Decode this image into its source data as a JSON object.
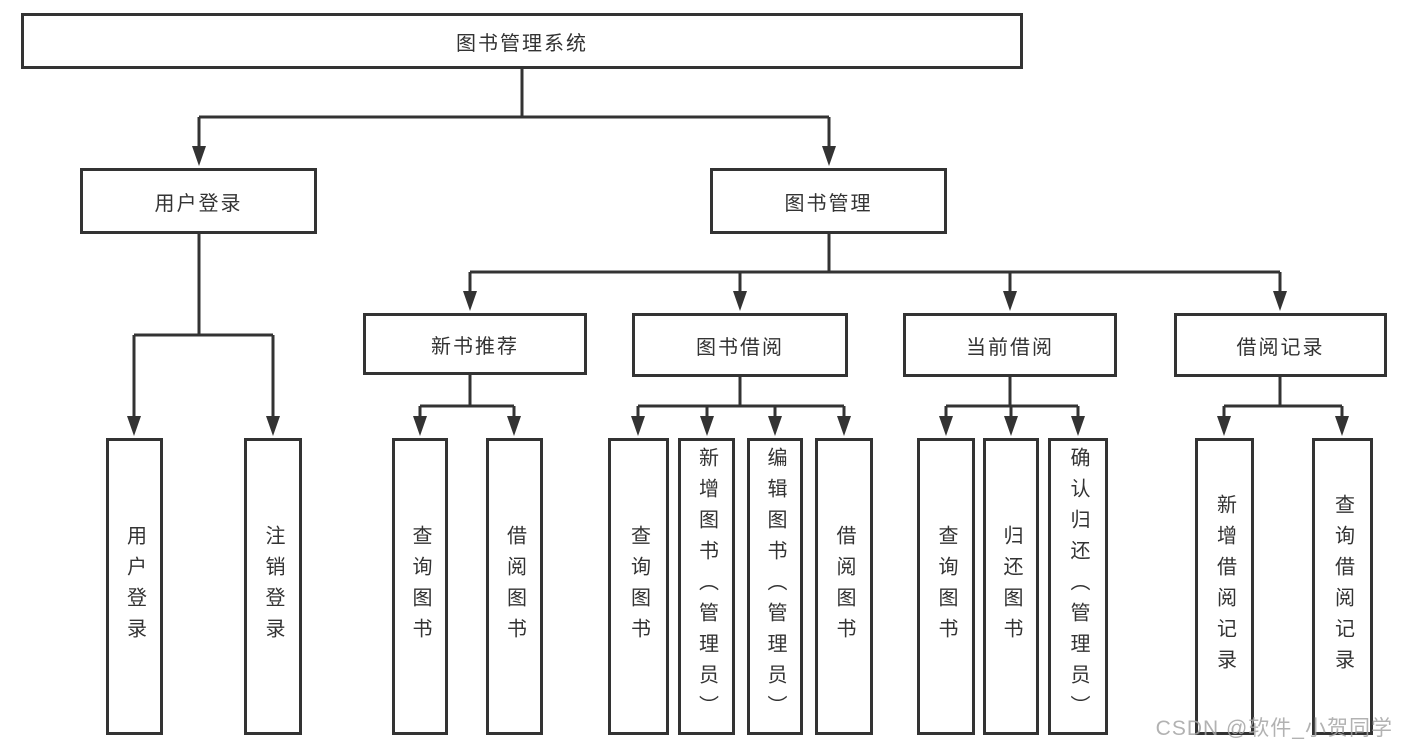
{
  "diagram": {
    "root": {
      "label": "图书管理系统"
    },
    "level2": [
      {
        "label": "用户登录"
      },
      {
        "label": "图书管理"
      }
    ],
    "level3": [
      {
        "label": "新书推荐"
      },
      {
        "label": "图书借阅"
      },
      {
        "label": "当前借阅"
      },
      {
        "label": "借阅记录"
      }
    ],
    "leaves": {
      "user_login": [
        "用户登录",
        "注销登录"
      ],
      "new_book": [
        "查询图书",
        "借阅图书"
      ],
      "book_borrow": [
        "查询图书",
        "新增图书（管理员）",
        "编辑图书（管理员）",
        "借阅图书"
      ],
      "current_borrow": [
        "查询图书",
        "归还图书",
        "确认归还（管理员）"
      ],
      "borrow_record": [
        "新增借阅记录",
        "查询借阅记录"
      ]
    }
  },
  "watermark": {
    "text": "CSDN @软件_小贺同学"
  },
  "colors": {
    "line": "#333333",
    "text": "#333333",
    "background": "#ffffff",
    "watermark": "#aaaaaa"
  }
}
